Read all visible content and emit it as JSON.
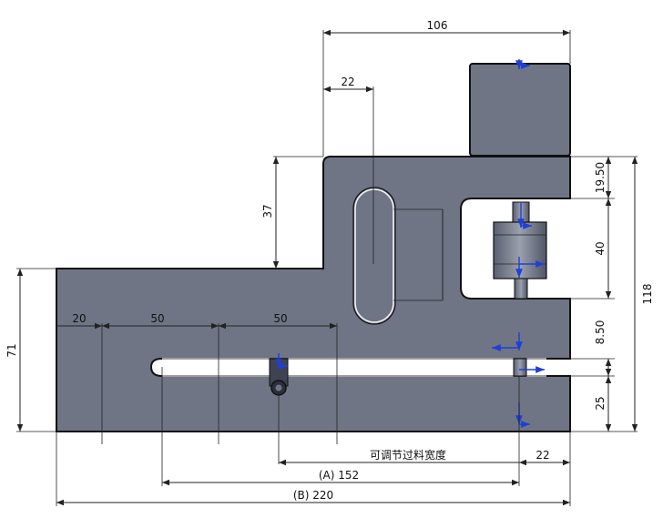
{
  "dimensions": {
    "d106": "106",
    "d22_top": "22",
    "d37": "37",
    "d19_50": "19.50",
    "d40": "40",
    "d118": "118",
    "d8_50": "8.50",
    "d25": "25",
    "d71": "71",
    "d20": "20",
    "d50_a": "50",
    "d50_b": "50",
    "d22_bottom": "22",
    "d_a152": "(A) 152",
    "d_b220": "(B) 220"
  },
  "labels": {
    "adjustable_width": "可调节过料宽度"
  },
  "colors": {
    "part_fill": "#6f7585",
    "blue_marker": "#1f3fd6",
    "dimension_line": "#222222"
  }
}
